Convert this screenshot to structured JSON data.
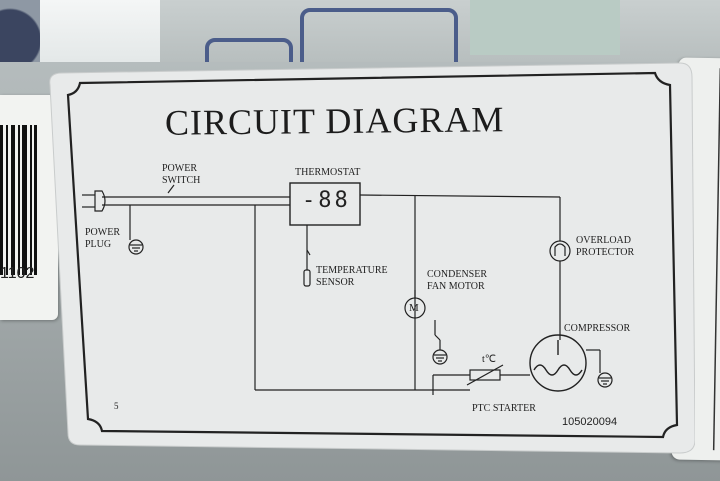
{
  "diagram": {
    "title": "CIRCUIT DIAGRAM",
    "components": {
      "power_plug": "POWER\nPLUG",
      "power_switch": "POWER\nSWITCH",
      "thermostat": "THERMOSTAT",
      "display": "-88",
      "temperature_sensor": "TEMPERATURE\nSENSOR",
      "condenser_fan_motor": "CONDENSER\nFAN MOTOR",
      "overload_protector": "OVERLOAD\nPROTECTOR",
      "compressor": "COMPRESSOR",
      "ptc_starter": "PTC STARTER",
      "ptc_symbol": "t℃",
      "motor_symbol": "M"
    },
    "corner_mark": "5",
    "serial_number": "105020094"
  },
  "barcode_label": {
    "text": "1102"
  }
}
